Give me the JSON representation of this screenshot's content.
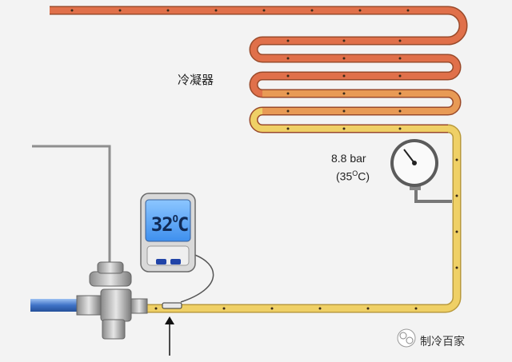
{
  "labels": {
    "condenser": "冷凝器",
    "pressure_reading": "8.8 bar",
    "saturation_temp_value": "(35",
    "saturation_temp_unit": "C)",
    "degree_symbol": "O"
  },
  "thermometer": {
    "reading": "32",
    "unit": "C",
    "degree_symbol": "O"
  },
  "watermark": {
    "text": "制冷百家"
  },
  "colors": {
    "pipe_hot": "#e0704a",
    "pipe_warm": "#e89a55",
    "pipe_liquid": "#efd066",
    "inlet_pipe": "#3f73c7",
    "display": "#5aa6ff"
  }
}
